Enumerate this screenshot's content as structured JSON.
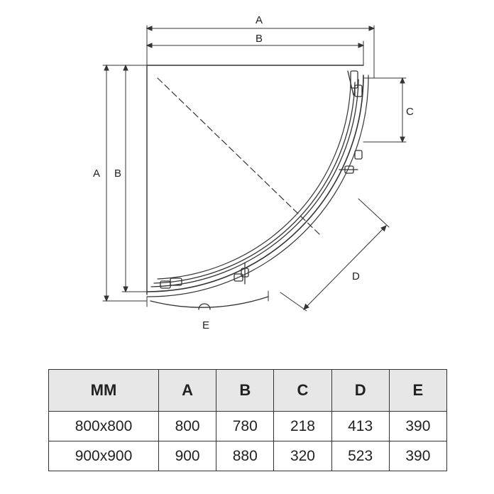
{
  "diagram": {
    "labels": {
      "top_a": "A",
      "top_b": "B",
      "left_a": "A",
      "left_b": "B",
      "c": "C",
      "d": "D",
      "e": "E"
    }
  },
  "table": {
    "headers": [
      "MM",
      "A",
      "B",
      "C",
      "D",
      "E"
    ],
    "rows": [
      [
        "800x800",
        "800",
        "780",
        "218",
        "413",
        "390"
      ],
      [
        "900x900",
        "900",
        "880",
        "320",
        "523",
        "390"
      ]
    ]
  }
}
